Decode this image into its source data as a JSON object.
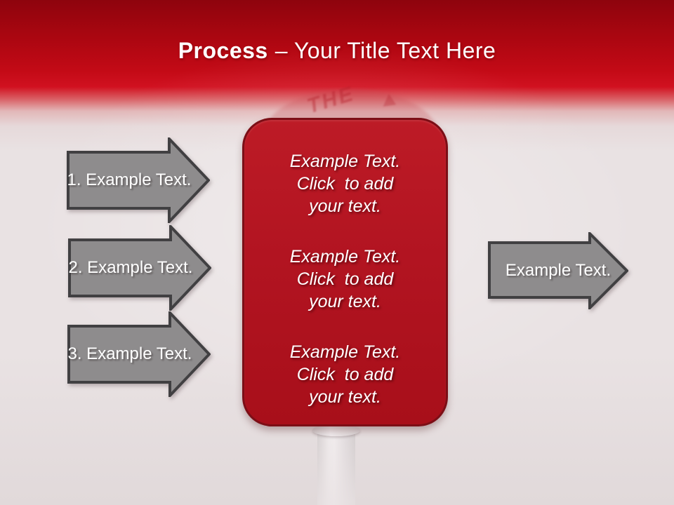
{
  "slide": {
    "title": {
      "bold": "Process",
      "rest": "– Your Title Text Here"
    },
    "ghost_sign_text": "THE",
    "left_arrows": [
      {
        "label": "1. Example Text."
      },
      {
        "label": "2. Example Text."
      },
      {
        "label": "3. Example Text."
      }
    ],
    "right_arrow": {
      "label": "Example Text."
    },
    "center_panel": {
      "blocks": [
        {
          "text": "Example Text.\nClick  to add\nyour text."
        },
        {
          "text": "Example Text.\nClick  to add\nyour text."
        },
        {
          "text": "Example Text.\nClick  to add\nyour text."
        }
      ]
    },
    "colors": {
      "header_red_top": "#8e040d",
      "header_red_bright": "#d11120",
      "panel_red": "#b21421",
      "panel_border": "#7c0e16",
      "arrow_gray": "#8e8c8d",
      "arrow_border": "#414042",
      "background": "#e9e2e3",
      "text_white": "#ffffff"
    }
  }
}
